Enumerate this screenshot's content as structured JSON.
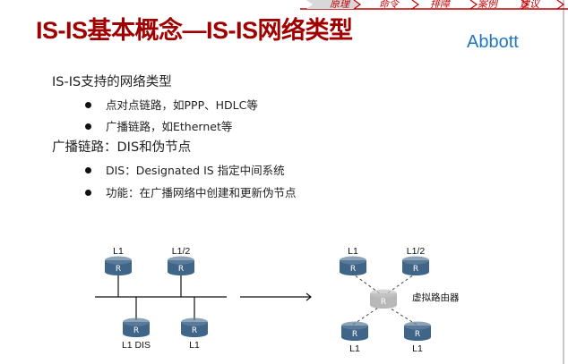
{
  "nav": {
    "tabs": [
      {
        "label": "原理",
        "active": true
      },
      {
        "label": "命令"
      },
      {
        "label": "排障"
      },
      {
        "label": "案例"
      },
      {
        "label": "建议"
      }
    ]
  },
  "title": "IS-IS基本概念—IS-IS网络类型",
  "brand": "Abbott",
  "content": {
    "section1": {
      "heading": "IS-IS支持的网络类型",
      "items": [
        "点对点链路，如PPP、HDLC等",
        "广播链路，如Ethernet等"
      ]
    },
    "section2": {
      "heading": "广播链路：DIS和伪节点",
      "items": [
        "DIS：Designated IS 指定中间系统",
        "功能：在广播网络中创建和更新伪节点"
      ]
    }
  },
  "diagram": {
    "left": {
      "routers": [
        {
          "label": "L1"
        },
        {
          "label": "L1/2"
        },
        {
          "label": "L1 DIS"
        },
        {
          "label": "L1"
        }
      ]
    },
    "right": {
      "routers": [
        {
          "label": "L1"
        },
        {
          "label": "L1/2"
        },
        {
          "label": "L1"
        },
        {
          "label": "L1"
        }
      ],
      "pseudonode_label": "虚拟路由器"
    },
    "router_glyph": "R",
    "colors": {
      "router": "#3f6588",
      "pseudonode": "#b8b8b8"
    }
  }
}
